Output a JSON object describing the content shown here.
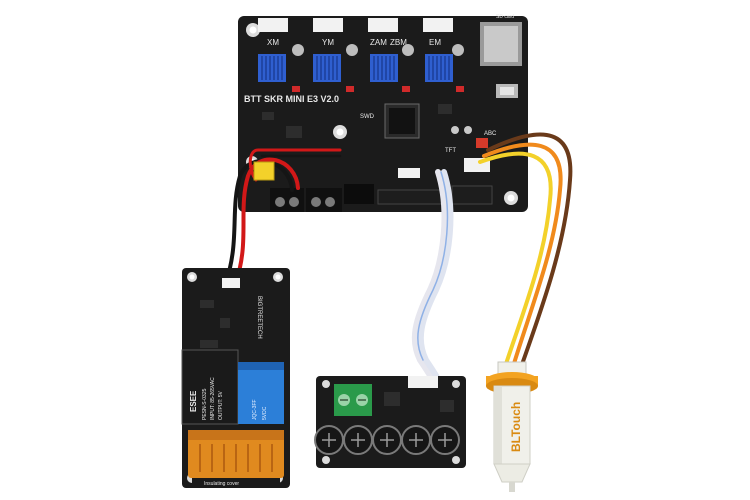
{
  "mainboard": {
    "name": "BTT SKR MINI E3 V2.0",
    "silkscreen": [
      "XM",
      "YM",
      "ZAM",
      "ZBM",
      "EM",
      "SWD",
      "TFT",
      "ABC"
    ],
    "sd_label": "SD card"
  },
  "relay_module": {
    "model": "BIGTREETECH",
    "psu_brand": "ESEE",
    "psu_lines": [
      "PESN-S-0325",
      "INPUT: 85-265VAC",
      "OUTPUT: 5V"
    ],
    "relay_lines": [
      "JQC-3FF",
      "5VDC"
    ],
    "warning": "Insulating cover"
  },
  "probe": {
    "name": "BLTouch"
  },
  "colors": {
    "pcb": "#1b1b1b",
    "stepper_heatsink": "#2f5fd0",
    "relay_body": "#2c7fd8",
    "psu_body": "#1a1a1a",
    "cover": "#e08a1f",
    "terminal_green": "#2a9a4a",
    "probe_body": "#f0f0ea",
    "probe_collar": "#f3a321",
    "wire_red": "#d21818",
    "wire_black": "#151515",
    "wire_orange": "#f08a1c",
    "wire_yellow": "#f3d12a",
    "wire_brown": "#6a3a1a"
  }
}
